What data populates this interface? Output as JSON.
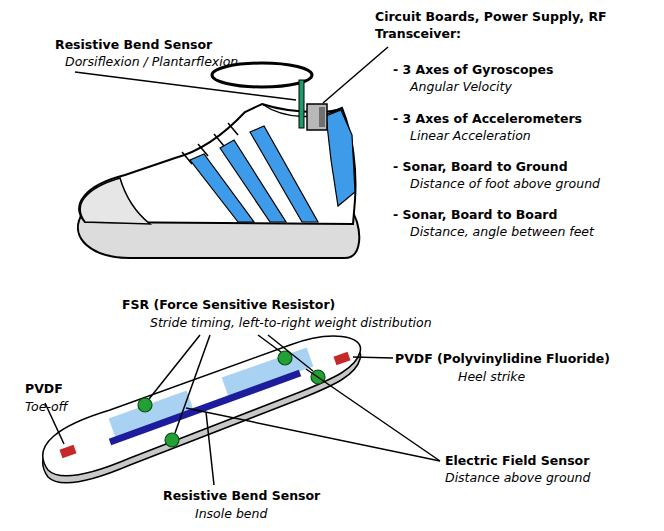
{
  "diagram": {
    "labels": [
      "Resistive Bend Sensor",
      "Dorsiflexion / Plantarflexion",
      "Circuit Boards, Power Supply, RF Transceiver:",
      "- 3 Axes of Gyroscopes",
      "Angular Velocity",
      "- 3 Axes of Accelerometers",
      "Linear Acceleration",
      "- Sonar, Board to Ground",
      "Distance of foot above ground",
      "- Sonar, Board to Board",
      "Distance, angle between feet",
      "FSR (Force Sensitive Resistor)",
      "Stride timing, left-to-right weight distribution",
      "PVDF (Polyvinylidine Fluoride)",
      "Heel strike",
      "PVDF",
      "Toe-off",
      "Electric Field Sensor",
      "Distance above ground",
      "Resistive Bend Sensor",
      "Insole bend"
    ]
  }
}
